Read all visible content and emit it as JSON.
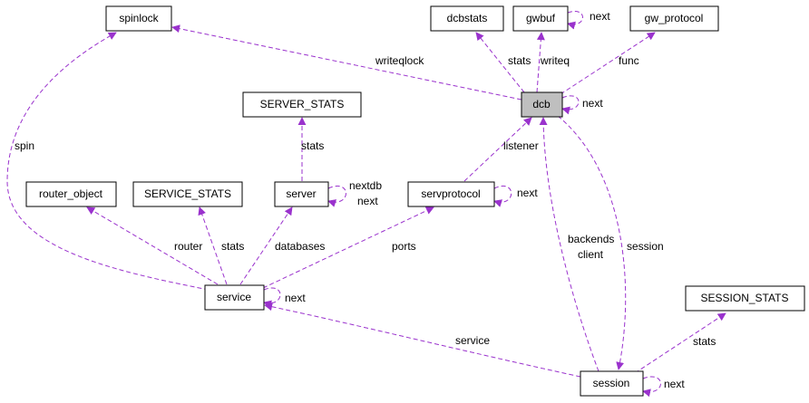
{
  "colors": {
    "edge": "#9a32cd",
    "node_border": "#000000",
    "node_fill": "#ffffff",
    "focus_fill": "#bfbfbf"
  },
  "nodes": {
    "spinlock": "spinlock",
    "dcbstats": "dcbstats",
    "gwbuf": "gwbuf",
    "gw_protocol": "gw_protocol",
    "dcb": "dcb",
    "server_stats": "SERVER_STATS",
    "router_object": "router_object",
    "service_stats": "SERVICE_STATS",
    "server": "server",
    "servprotocol": "servprotocol",
    "service": "service",
    "session_stats": "SESSION_STATS",
    "session": "session"
  },
  "edges": {
    "writeqlock": "writeqlock",
    "stats_dcbstats": "stats",
    "writeq": "writeq",
    "gwbuf_next": "next",
    "func": "func",
    "dcb_next": "next",
    "stats_server": "stats",
    "nextdb": "nextdb",
    "server_next": "next",
    "listener": "listener",
    "servprotocol_next": "next",
    "spin": "spin",
    "router": "router",
    "stats_service": "stats",
    "databases": "databases",
    "ports": "ports",
    "backends": "backends",
    "client": "client",
    "session": "session",
    "service_next": "next",
    "service": "service",
    "stats_session": "stats",
    "session_next": "next"
  }
}
